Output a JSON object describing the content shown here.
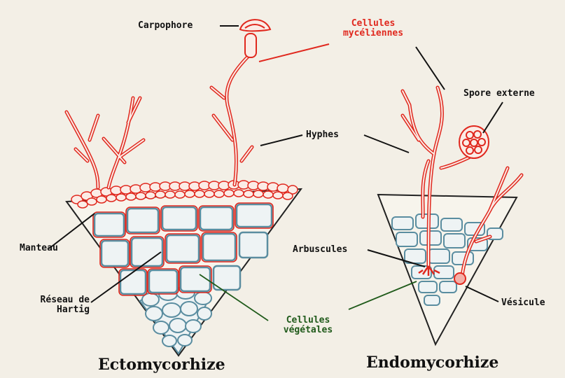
{
  "diagram": {
    "titles": {
      "ecto": "Ectomycorhize",
      "endo": "Endomycorhize"
    },
    "labels": {
      "carpophore": "Carpophore",
      "cellules_myceliennes_line1": "Cellules",
      "cellules_myceliennes_line2": "mycéliennes",
      "spore_externe": "Spore externe",
      "hyphes": "Hyphes",
      "manteau": "Manteau",
      "reseau_line1": "Réseau de",
      "reseau_line2": "Hartig",
      "arbuscules": "Arbuscules",
      "vesicule": "Vésicule",
      "cellules_vegetales_line1": "Cellules",
      "cellules_vegetales_line2": "végétales"
    },
    "colors": {
      "fungus": "#e0281e",
      "plant_cells": "#5a8da0",
      "leader_black": "#111111",
      "leader_green": "#1f5a1a",
      "background": "#f3efe6"
    }
  }
}
